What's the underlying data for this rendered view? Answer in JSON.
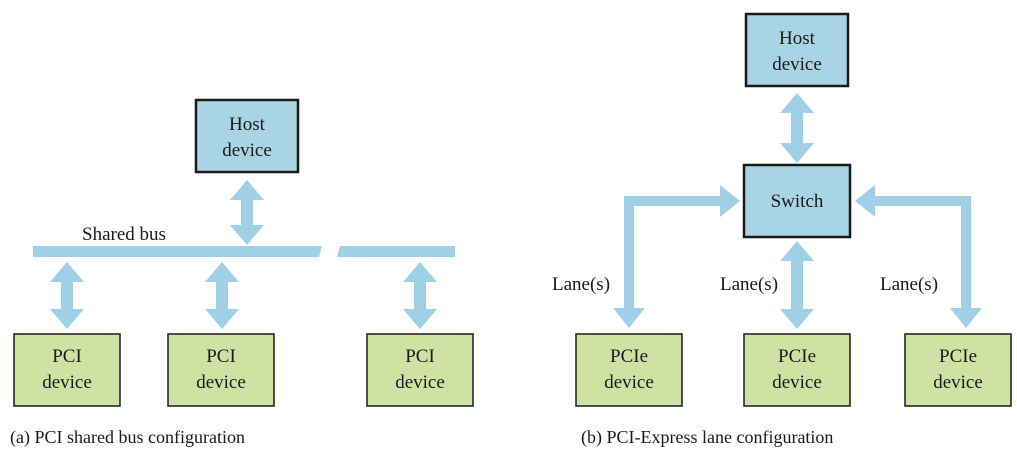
{
  "left": {
    "host": [
      "Host",
      "device"
    ],
    "bus_label": "Shared bus",
    "devices": [
      [
        "PCI",
        "device"
      ],
      [
        "PCI",
        "device"
      ],
      [
        "PCI",
        "device"
      ]
    ],
    "caption": "(a) PCI shared bus configuration"
  },
  "right": {
    "host": [
      "Host",
      "device"
    ],
    "switch": "Switch",
    "lane_labels": [
      "Lane(s)",
      "Lane(s)",
      "Lane(s)"
    ],
    "devices": [
      [
        "PCIe",
        "device"
      ],
      [
        "PCIe",
        "device"
      ],
      [
        "PCIe",
        "device"
      ]
    ],
    "caption": "(b) PCI-Express lane configuration"
  },
  "colors": {
    "host_fill": "#a9d4e4",
    "device_fill": "#cfe2a4",
    "arrow": "#9fd0e6"
  }
}
